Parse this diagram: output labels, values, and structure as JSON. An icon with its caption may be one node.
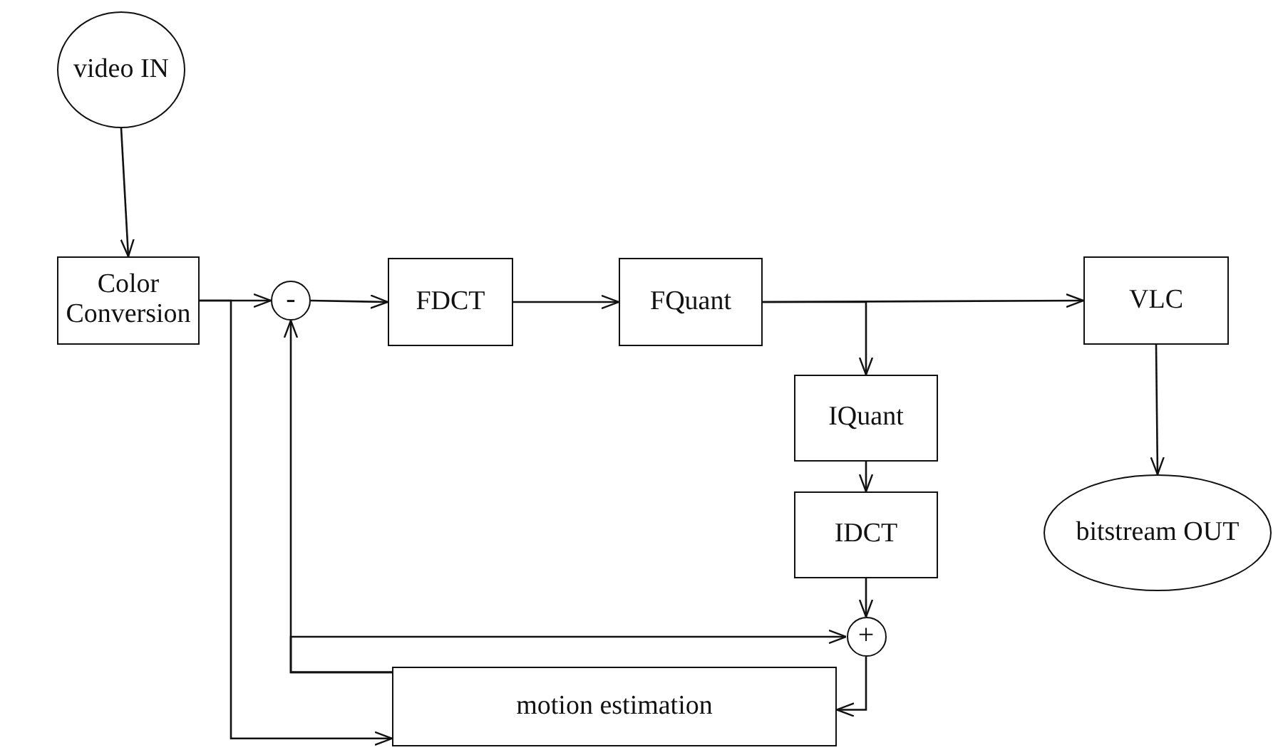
{
  "diagram": {
    "nodes": [
      {
        "text": [
          "video IN"
        ]
      },
      {
        "text": [
          "Color Conversion"
        ]
      },
      {
        "text": [
          "-"
        ]
      },
      {
        "text": [
          "FDCT"
        ]
      },
      {
        "text": [
          "FQuant"
        ]
      },
      {
        "text": [
          "VLC"
        ]
      },
      {
        "text": [
          "IQuant"
        ]
      },
      {
        "text": [
          "IDCT"
        ]
      },
      {
        "text": [
          "bitstream OUT"
        ]
      },
      {
        "text": [
          "+"
        ]
      },
      {
        "text": [
          "motion estimation"
        ]
      }
    ],
    "edges": [
      {
        "from": 0,
        "to": 1,
        "arrow": "to"
      },
      {
        "from": 1,
        "to": 2,
        "arrow": "to"
      },
      {
        "from": 2,
        "to": 3,
        "arrow": "to"
      },
      {
        "from": 3,
        "to": 4,
        "arrow": "to"
      },
      {
        "from": 4,
        "to": 5,
        "arrow": "to"
      },
      {
        "from": 4,
        "to": 6,
        "arrow": "to"
      },
      {
        "from": 6,
        "to": 7,
        "arrow": "to"
      },
      {
        "from": 7,
        "to": 9,
        "arrow": "to"
      },
      {
        "from": 9,
        "to": 10,
        "arrow": "to"
      },
      {
        "from": 10,
        "to": 2,
        "arrow": "to"
      },
      {
        "from": 10,
        "to": 9,
        "arrow": "to"
      },
      {
        "from": 1,
        "to": 10,
        "arrow": "to"
      },
      {
        "from": 5,
        "to": 8,
        "arrow": "to"
      }
    ]
  }
}
